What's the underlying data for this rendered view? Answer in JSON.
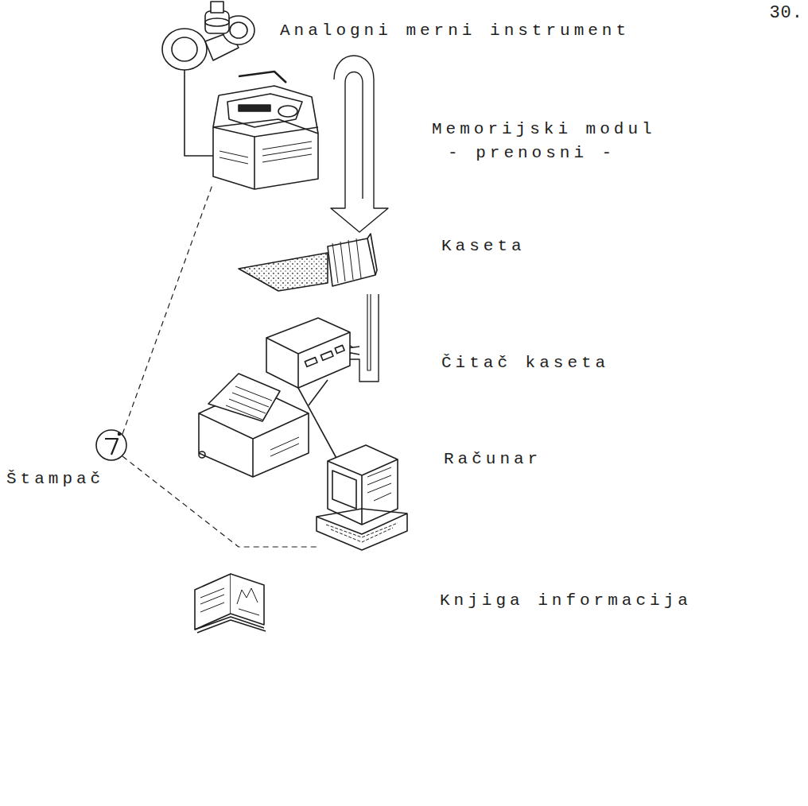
{
  "diagram": {
    "labels": [
      "30.",
      "Analogni merni instrument",
      "Memorijski modul",
      "- prenosni -",
      "Kaseta",
      "Čitač kaseta",
      "Štampač",
      "Računar",
      "Knjiga informacija"
    ]
  }
}
